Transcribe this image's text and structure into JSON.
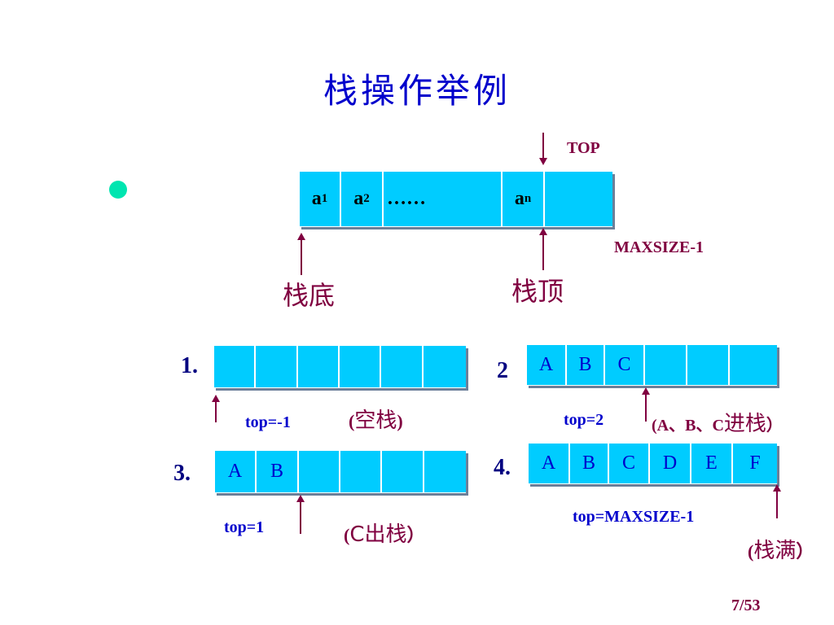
{
  "title": "栈操作举例",
  "diagram": {
    "top_label": "TOP",
    "main_cells": [
      "a",
      "a",
      "……",
      "a",
      ""
    ],
    "main_subs": [
      "1",
      "2",
      "",
      "n",
      ""
    ],
    "maxsize_label": "MAXSIZE-1",
    "bottom_label": "栈底",
    "top_cn_label": "栈顶"
  },
  "examples": [
    {
      "num": "1.",
      "cells": [
        "",
        "",
        "",
        "",
        "",
        ""
      ],
      "pointer": "top=-1",
      "note_open": "(",
      "note_text": "空栈",
      "note_close": ")"
    },
    {
      "num": "2",
      "cells": [
        "A",
        "B",
        "C",
        "",
        "",
        ""
      ],
      "pointer": "top=2",
      "note_open": "(A、B、C",
      "note_text": "进栈",
      "note_close": "）"
    },
    {
      "num": "3.",
      "cells": [
        "A",
        "B",
        "",
        "",
        "",
        ""
      ],
      "pointer": "top=1",
      "note_open": "(",
      "note_text": "C出栈",
      "note_close": "）"
    },
    {
      "num": "4.",
      "cells": [
        "A",
        "B",
        "C",
        "D",
        "E",
        "F"
      ],
      "pointer": "top=MAXSIZE-1",
      "note_open": "(",
      "note_text": "栈满",
      "note_close": "）"
    }
  ],
  "page_number": "7/53"
}
